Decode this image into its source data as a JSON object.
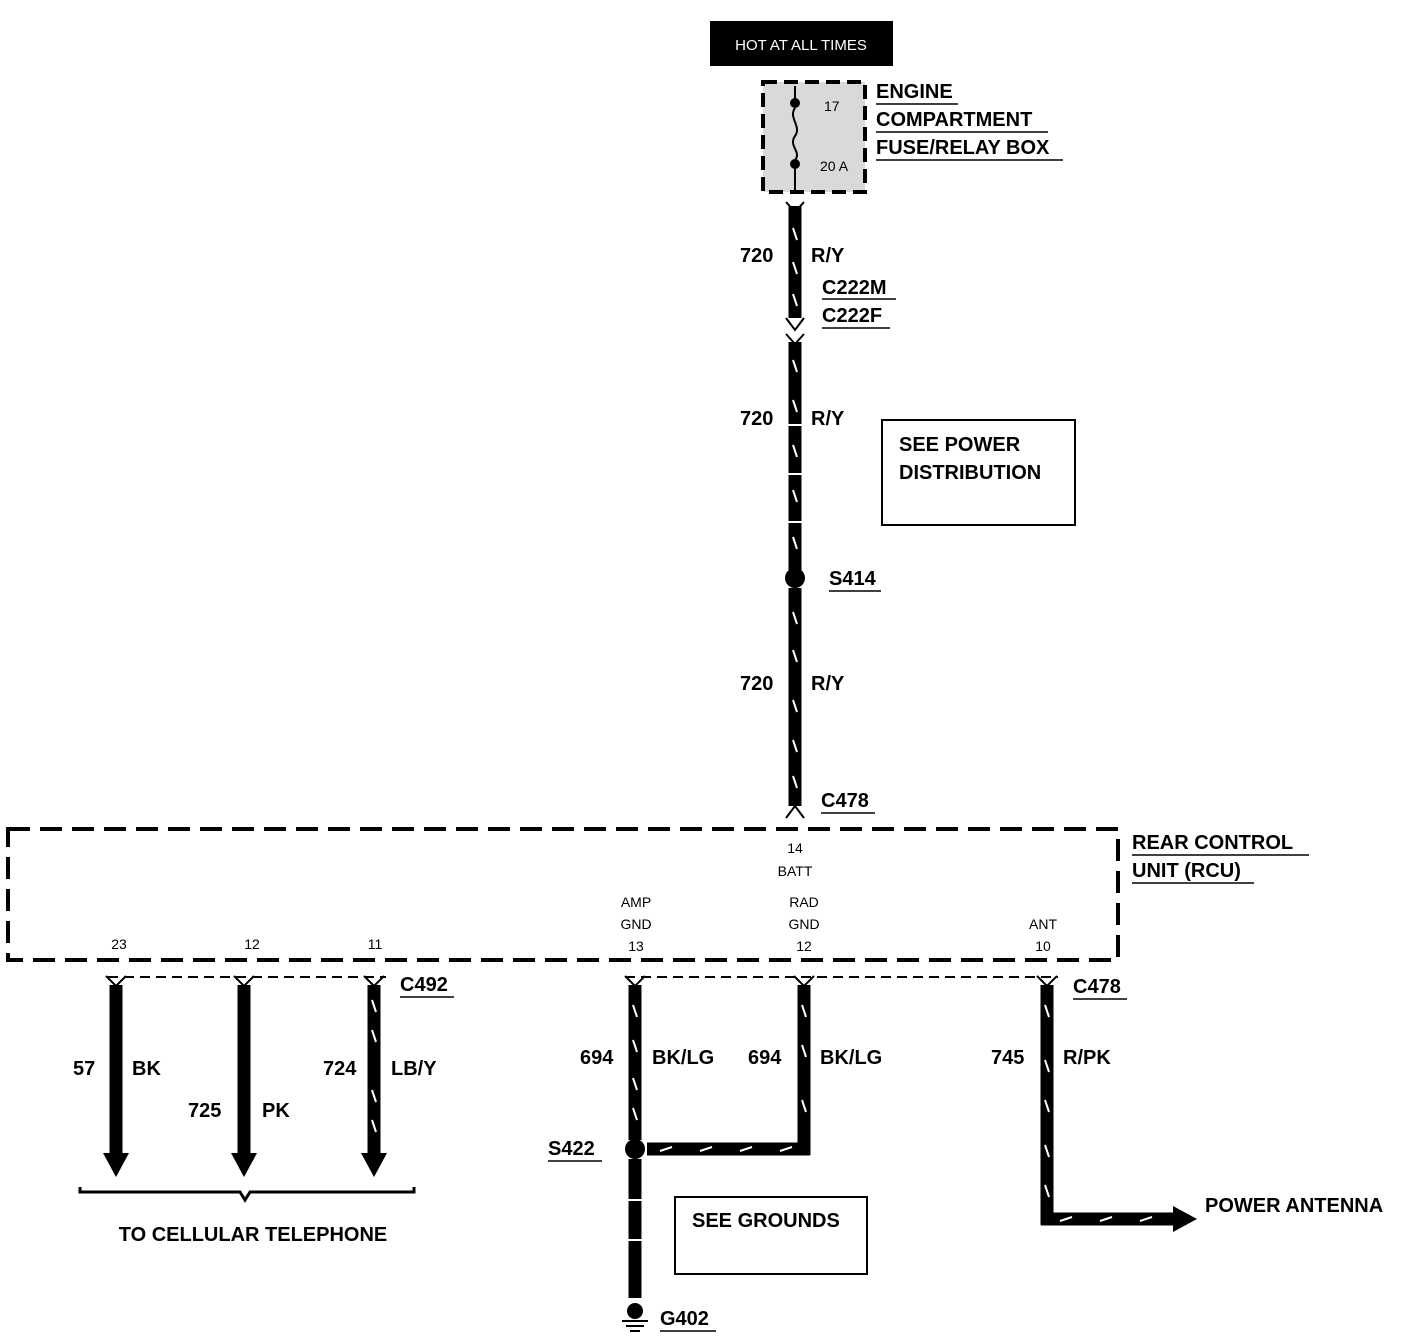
{
  "hot_label": "HOT AT ALL TIMES",
  "fuse_box": {
    "label_lines": [
      "ENGINE",
      "COMPARTMENT",
      "FUSE/RELAY BOX"
    ],
    "fuse_number": "17",
    "fuse_rating": "20 A"
  },
  "feed_circuit": {
    "number": "720",
    "color": "R/Y"
  },
  "connector_top": {
    "male": "C222M",
    "female": "C222F"
  },
  "see_power": [
    "SEE POWER",
    "DISTRIBUTION"
  ],
  "splice_top": "S414",
  "rcu_connector_top": "C478",
  "rcu": {
    "label_lines": [
      "REAR CONTROL",
      "UNIT (RCU)"
    ],
    "batt_pin": "14",
    "batt_label": "BATT",
    "amp_gnd_label": [
      "AMP",
      "GND"
    ],
    "amp_gnd_pin": "13",
    "rad_gnd_label": [
      "RAD",
      "GND"
    ],
    "rad_gnd_pin": "12",
    "ant_label": "ANT",
    "ant_pin": "10",
    "pin_23": "23",
    "pin_12": "12",
    "pin_11": "11"
  },
  "connector_left": "C492",
  "connector_right": "C478",
  "cell_wires": [
    {
      "number": "57",
      "color": "BK"
    },
    {
      "number": "725",
      "color": "PK"
    },
    {
      "number": "724",
      "color": "LB/Y"
    }
  ],
  "to_cellular": "TO CELLULAR TELEPHONE",
  "ground_wires": [
    {
      "number": "694",
      "color": "BK/LG"
    },
    {
      "number": "694",
      "color": "BK/LG"
    }
  ],
  "splice_bottom": "S422",
  "see_grounds": "SEE GROUNDS",
  "ground": "G402",
  "antenna_wire": {
    "number": "745",
    "color": "R/PK"
  },
  "power_antenna": "POWER ANTENNA"
}
